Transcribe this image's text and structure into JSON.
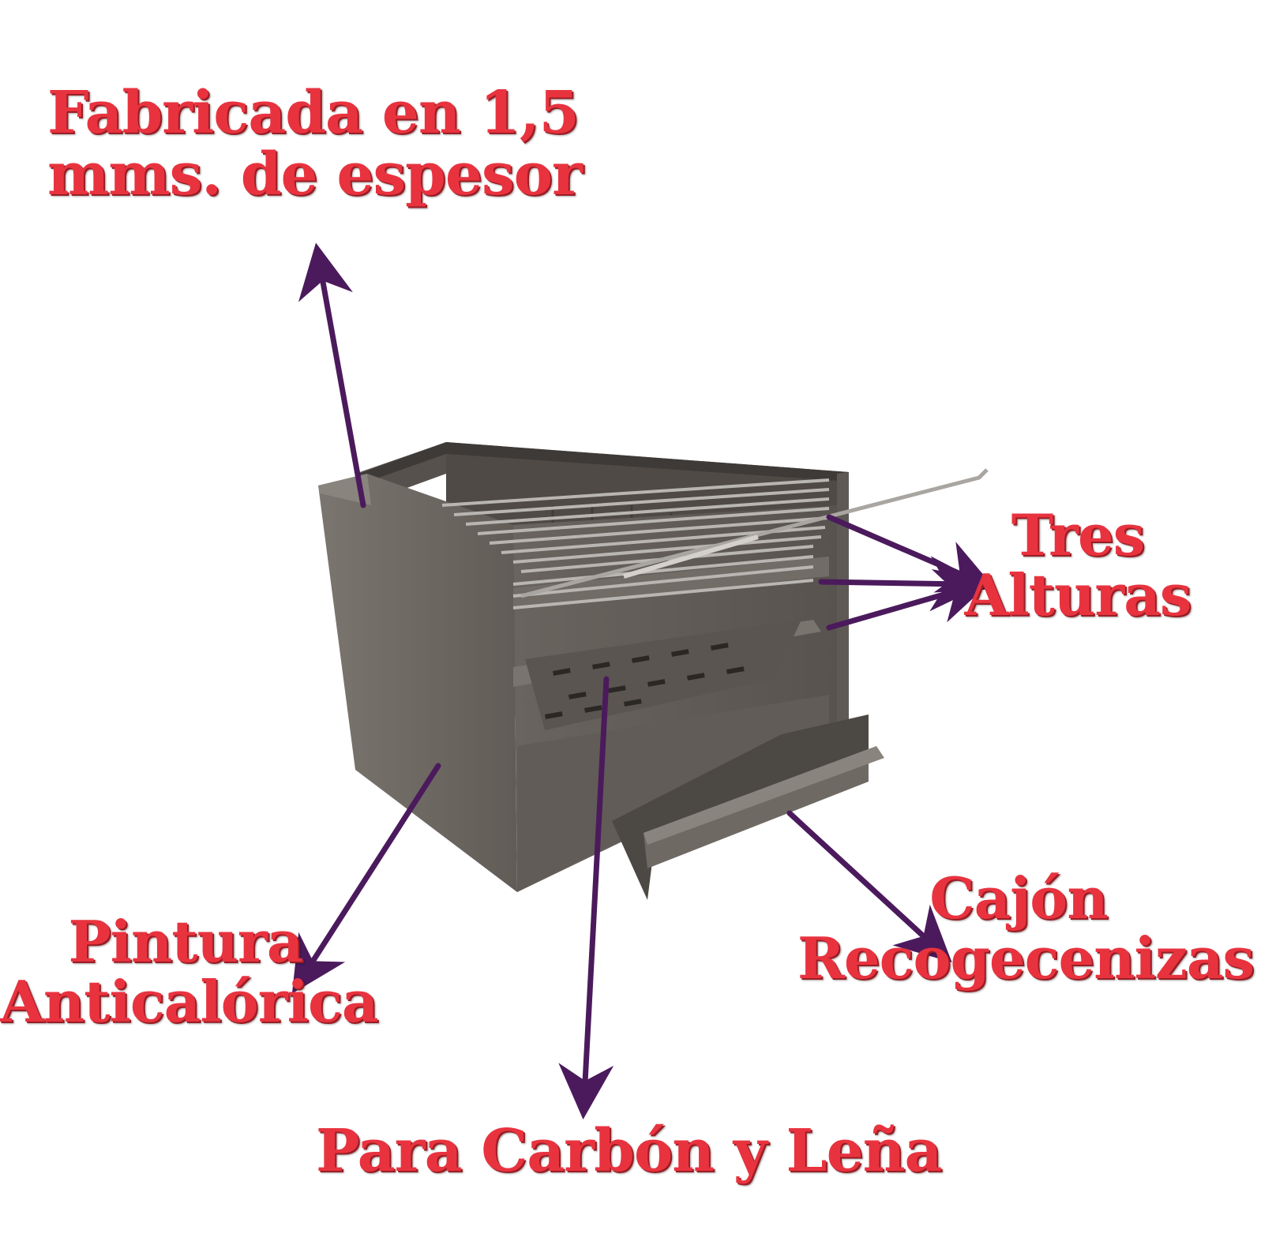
{
  "labels": {
    "thickness_line1": "Fabricada en 1,5",
    "thickness_line2": "mms. de espesor",
    "heights_line1": "Tres",
    "heights_line2": "Alturas",
    "paint_line1": "Pintura",
    "paint_line2": "Anticalórica",
    "drawer_line1": "Cajón",
    "drawer_line2": "Recogecenizas",
    "fuel": "Para Carbón y Leña"
  },
  "colors": {
    "label_text": "#e8333f",
    "arrow": "#4b1a5c",
    "body_metal": "#6e6862"
  }
}
